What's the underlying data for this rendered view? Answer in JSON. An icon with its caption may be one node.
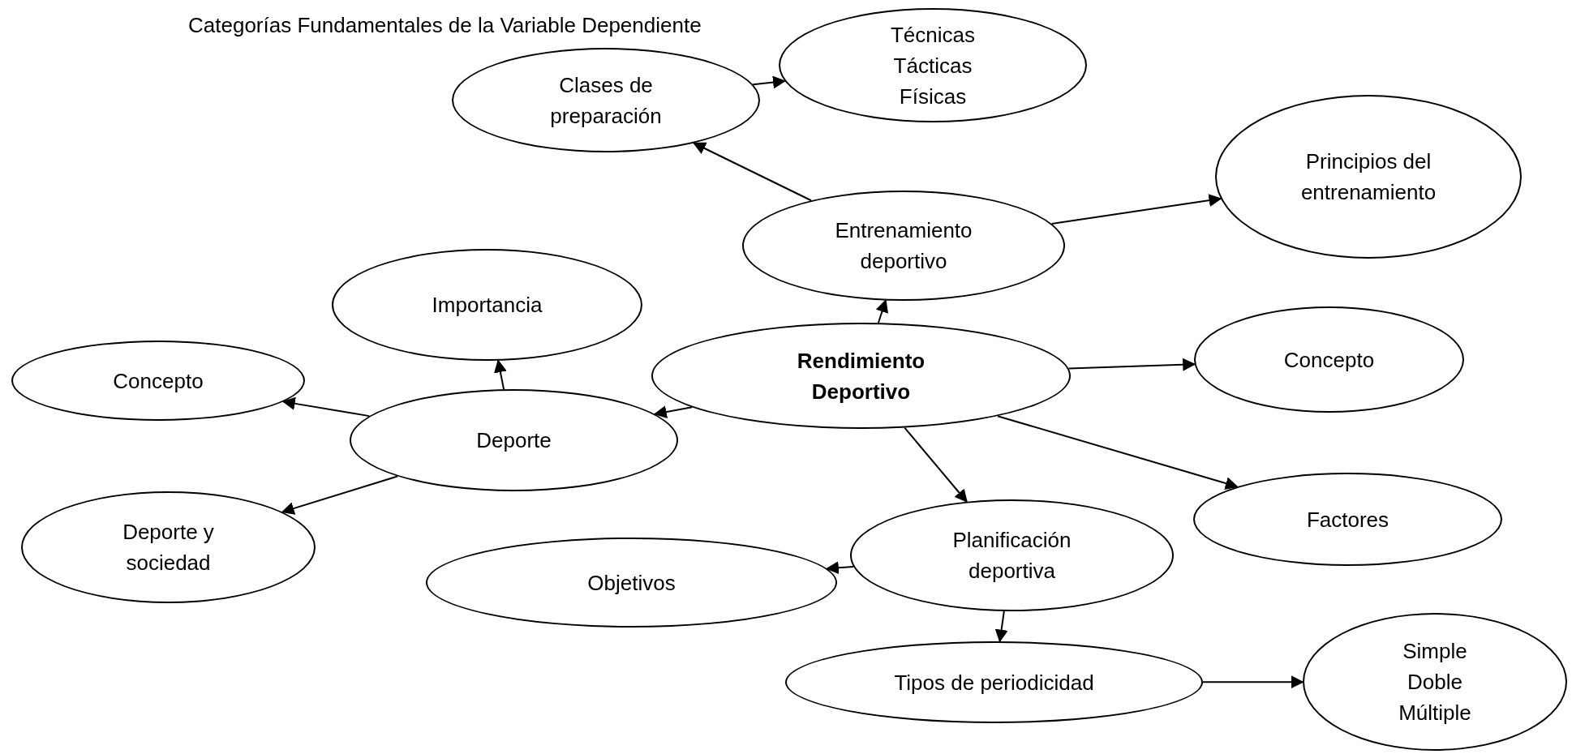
{
  "diagram": {
    "title": "Categorías Fundamentales de la Variable Dependiente",
    "nodes": [
      {
        "text": [
          "Rendimiento Deportivo"
        ]
      },
      {
        "text": [
          "Entrenamiento deportivo"
        ]
      },
      {
        "text": [
          "Clases de preparación"
        ]
      },
      {
        "text": [
          "Técnicas Tácticas Físicas"
        ]
      },
      {
        "text": [
          "Principios del entrenamiento"
        ]
      },
      {
        "text": [
          "Importancia"
        ]
      },
      {
        "text": [
          "Concepto"
        ]
      },
      {
        "text": [
          "Deporte"
        ]
      },
      {
        "text": [
          "Deporte y sociedad"
        ]
      },
      {
        "text": [
          "Concepto"
        ]
      },
      {
        "text": [
          "Factores"
        ]
      },
      {
        "text": [
          "Planificación deportiva"
        ]
      },
      {
        "text": [
          "Objetivos"
        ]
      },
      {
        "text": [
          "Tipos de periodicidad"
        ]
      },
      {
        "text": [
          "Simple Doble Múltiple"
        ]
      }
    ],
    "edges": [
      {
        "from": 0,
        "to": 1,
        "arrow": "to"
      },
      {
        "from": 1,
        "to": 2,
        "arrow": "to"
      },
      {
        "from": 2,
        "to": 3,
        "arrow": "to"
      },
      {
        "from": 1,
        "to": 4,
        "arrow": "to"
      },
      {
        "from": 0,
        "to": 7,
        "arrow": "to"
      },
      {
        "from": 7,
        "to": 5,
        "arrow": "to"
      },
      {
        "from": 7,
        "to": 6,
        "arrow": "to"
      },
      {
        "from": 7,
        "to": 8,
        "arrow": "to"
      },
      {
        "from": 0,
        "to": 9,
        "arrow": "to"
      },
      {
        "from": 0,
        "to": 10,
        "arrow": "to"
      },
      {
        "from": 0,
        "to": 11,
        "arrow": "to"
      },
      {
        "from": 11,
        "to": 12,
        "arrow": "to"
      },
      {
        "from": 11,
        "to": 13,
        "arrow": "to"
      },
      {
        "from": 13,
        "to": 14,
        "arrow": "to"
      }
    ]
  }
}
